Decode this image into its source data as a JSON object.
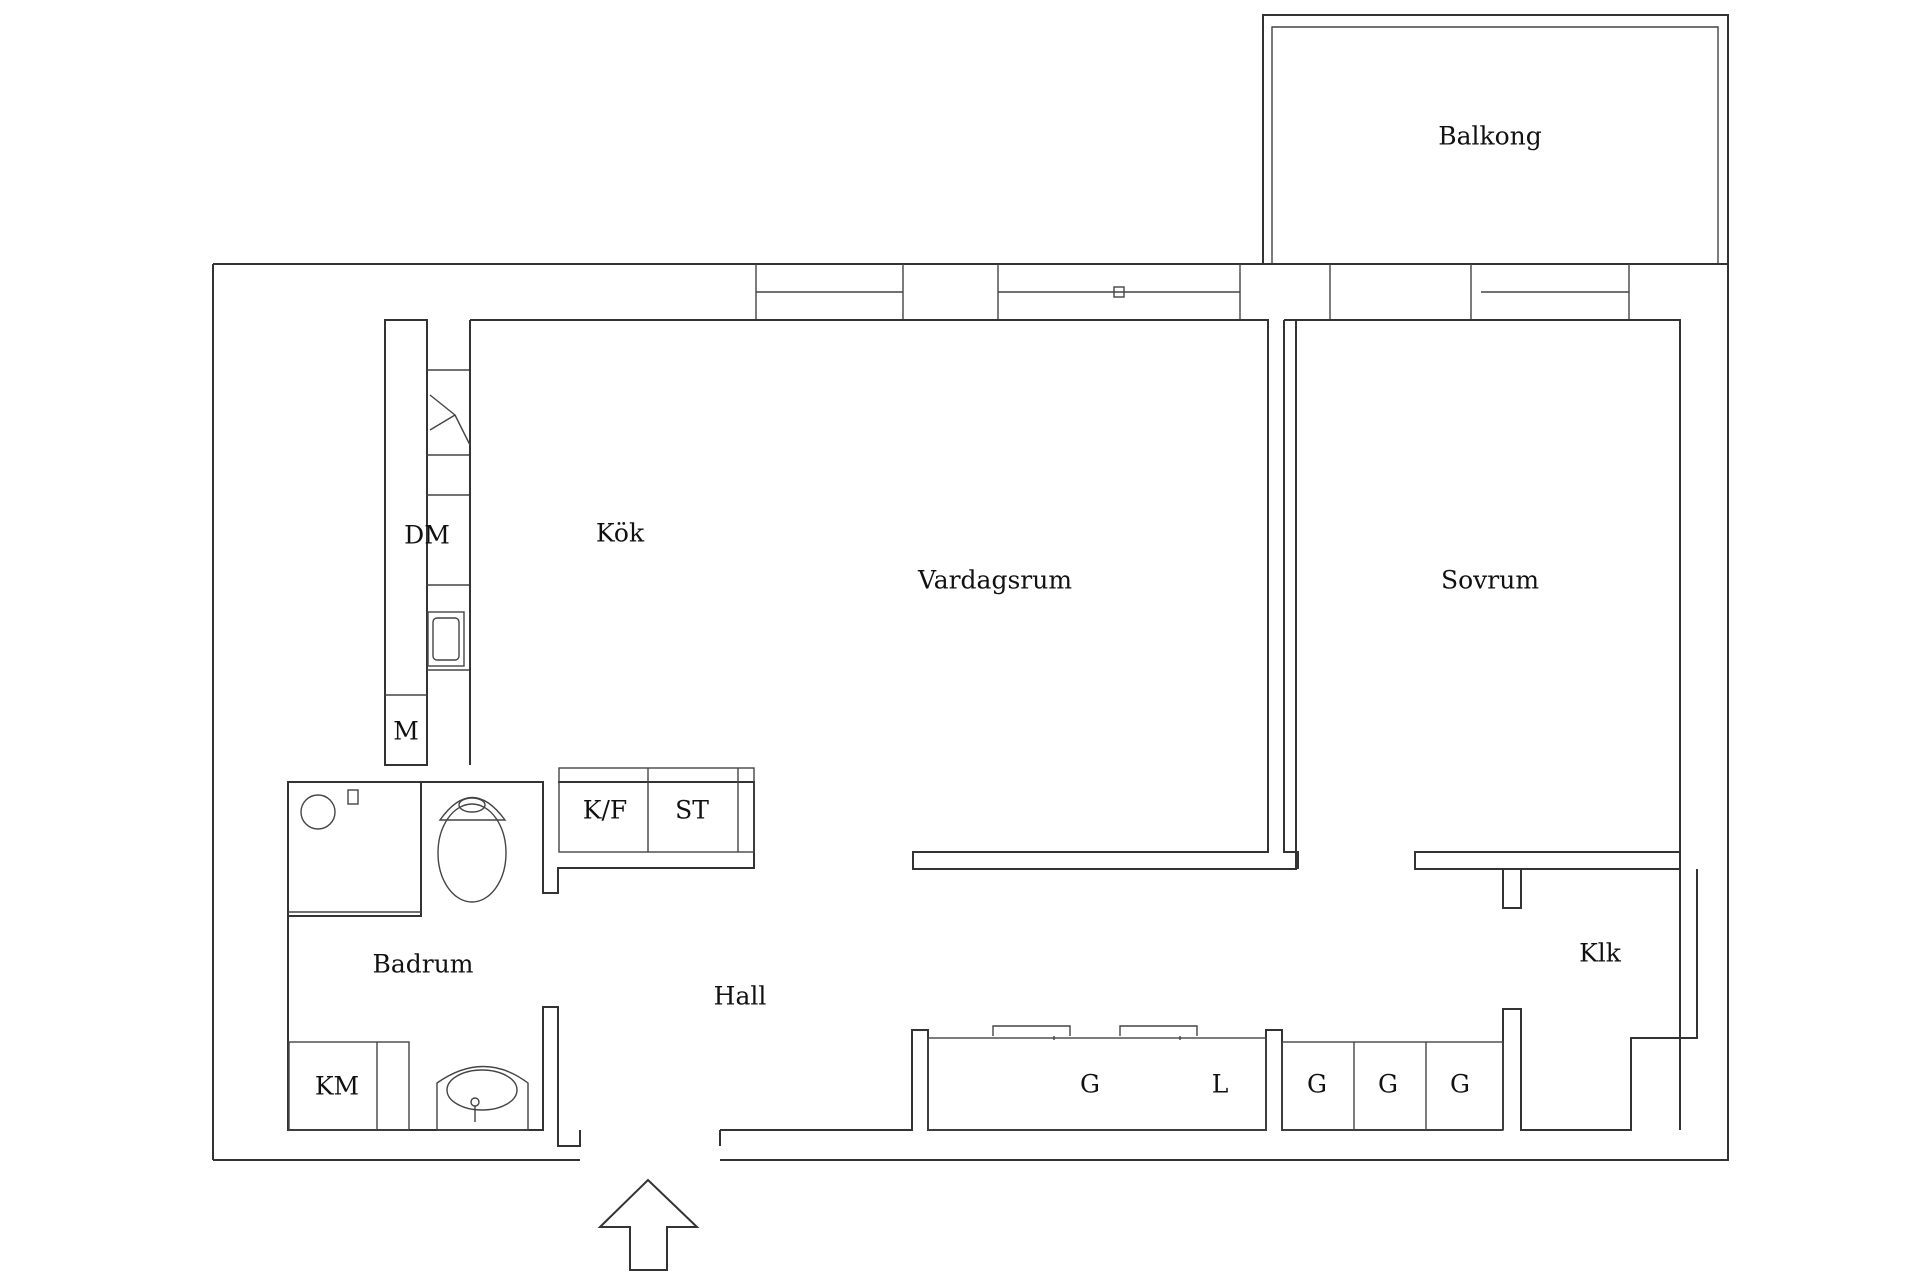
{
  "rooms": {
    "balkong": "Balkong",
    "kok": "Kök",
    "vardagsrum": "Vardagsrum",
    "sovrum": "Sovrum",
    "badrum": "Badrum",
    "hall": "Hall",
    "klk": "Klk"
  },
  "fixtures": {
    "dm": "DM",
    "m": "M",
    "kf": "K/F",
    "st": "ST",
    "km": "KM",
    "g1": "G",
    "l": "L",
    "g2": "G",
    "g3": "G",
    "g4": "G"
  },
  "icons": [
    "entrance-arrow-icon",
    "toilet-icon",
    "sink-icon",
    "shower-icon",
    "kitchen-sink-icon",
    "stove-icon"
  ]
}
